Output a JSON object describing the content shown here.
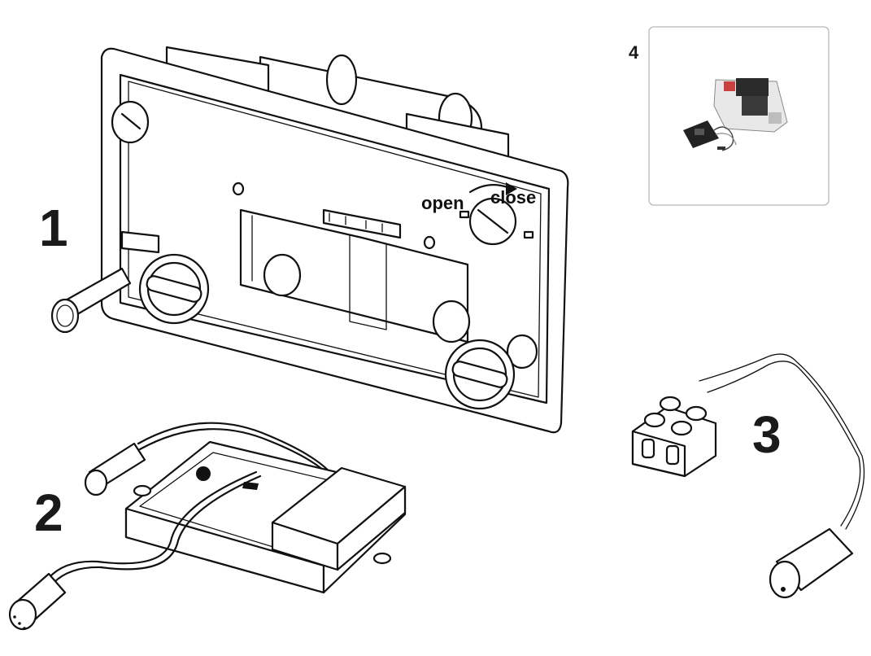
{
  "labels": {
    "part1": "1",
    "part2": "2",
    "part3": "3",
    "part4": "4"
  },
  "panel_text": {
    "open": "open",
    "close": "close"
  }
}
